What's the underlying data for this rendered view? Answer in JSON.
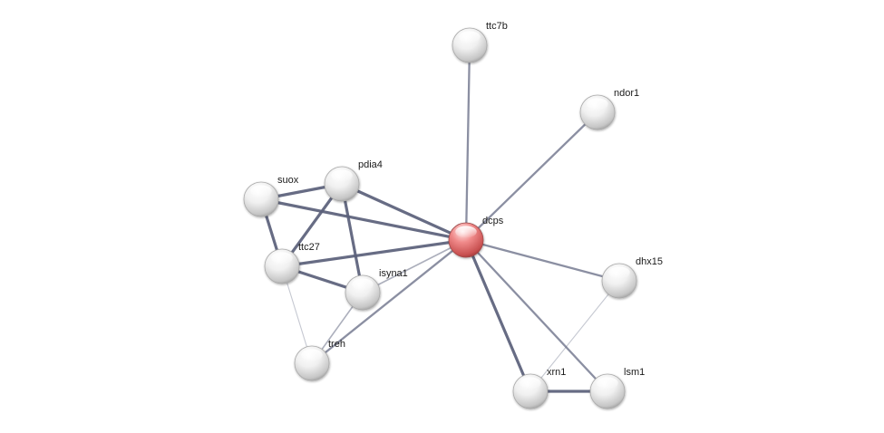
{
  "network": {
    "colors": {
      "node_default": "#e8e8e8",
      "node_query": "#e05f5f",
      "edge": "#5a607a"
    },
    "nodes": [
      {
        "id": "dcps",
        "label": "dcps",
        "query": true
      },
      {
        "id": "ttc7b",
        "label": "ttc7b"
      },
      {
        "id": "ndor1",
        "label": "ndor1"
      },
      {
        "id": "suox",
        "label": "suox"
      },
      {
        "id": "pdia4",
        "label": "pdia4"
      },
      {
        "id": "ttc27",
        "label": "ttc27"
      },
      {
        "id": "isyna1",
        "label": "isyna1"
      },
      {
        "id": "treh",
        "label": "treh"
      },
      {
        "id": "dhx15",
        "label": "dhx15"
      },
      {
        "id": "xrn1",
        "label": "xrn1"
      },
      {
        "id": "lsm1",
        "label": "lsm1"
      }
    ],
    "edges": [
      {
        "source": "dcps",
        "target": "ttc7b",
        "strength": "medium"
      },
      {
        "source": "dcps",
        "target": "ndor1",
        "strength": "medium"
      },
      {
        "source": "dcps",
        "target": "suox",
        "strength": "strong"
      },
      {
        "source": "dcps",
        "target": "pdia4",
        "strength": "strong"
      },
      {
        "source": "dcps",
        "target": "ttc27",
        "strength": "strong"
      },
      {
        "source": "dcps",
        "target": "isyna1",
        "strength": "weak"
      },
      {
        "source": "dcps",
        "target": "treh",
        "strength": "medium"
      },
      {
        "source": "dcps",
        "target": "dhx15",
        "strength": "medium"
      },
      {
        "source": "dcps",
        "target": "xrn1",
        "strength": "strong"
      },
      {
        "source": "dcps",
        "target": "lsm1",
        "strength": "medium"
      },
      {
        "source": "suox",
        "target": "pdia4",
        "strength": "strong"
      },
      {
        "source": "suox",
        "target": "ttc27",
        "strength": "strong"
      },
      {
        "source": "pdia4",
        "target": "ttc27",
        "strength": "strong"
      },
      {
        "source": "pdia4",
        "target": "isyna1",
        "strength": "strong"
      },
      {
        "source": "ttc27",
        "target": "isyna1",
        "strength": "strong"
      },
      {
        "source": "ttc27",
        "target": "treh",
        "strength": "faint"
      },
      {
        "source": "isyna1",
        "target": "treh",
        "strength": "weak"
      },
      {
        "source": "xrn1",
        "target": "lsm1",
        "strength": "strong"
      },
      {
        "source": "xrn1",
        "target": "dhx15",
        "strength": "faint"
      }
    ]
  }
}
